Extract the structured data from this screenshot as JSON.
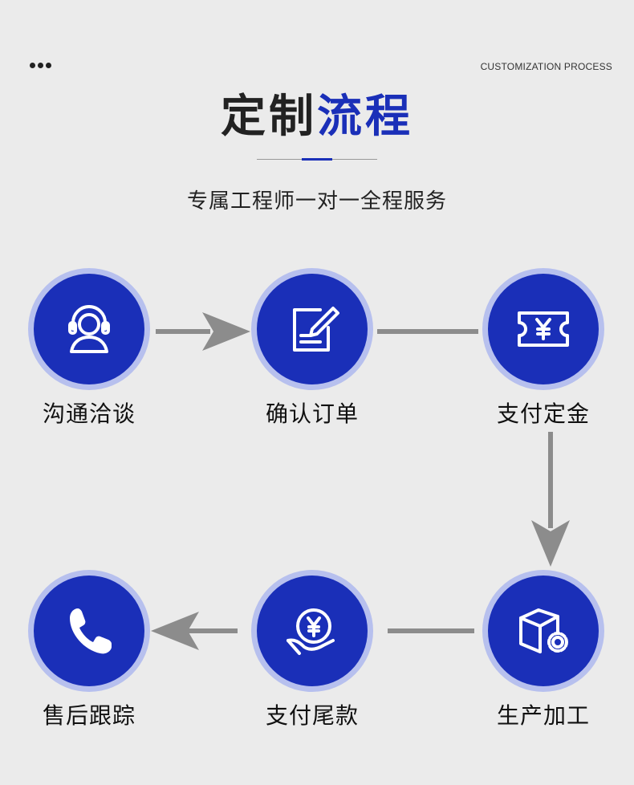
{
  "header": {
    "dots_icon": "more-dots-icon",
    "subtitle_en": "CUSTOMIZATION PROCESS",
    "title_part1": "定制",
    "title_part2": "流程",
    "tagline": "专属工程师一对一全程服务"
  },
  "colors": {
    "background": "#ebebeb",
    "accent": "#1a2fb8",
    "ring": "#b7c0ee",
    "arrow": "#8c8c8c"
  },
  "steps": [
    {
      "label": "沟通洽谈",
      "icon": "customer-service-headset-icon"
    },
    {
      "label": "确认订单",
      "icon": "document-edit-icon"
    },
    {
      "label": "支付定金",
      "icon": "yuan-ticket-icon"
    },
    {
      "label": "生产加工",
      "icon": "box-gear-icon"
    },
    {
      "label": "支付尾款",
      "icon": "yuan-coin-hand-icon"
    },
    {
      "label": "售后跟踪",
      "icon": "phone-icon"
    }
  ]
}
